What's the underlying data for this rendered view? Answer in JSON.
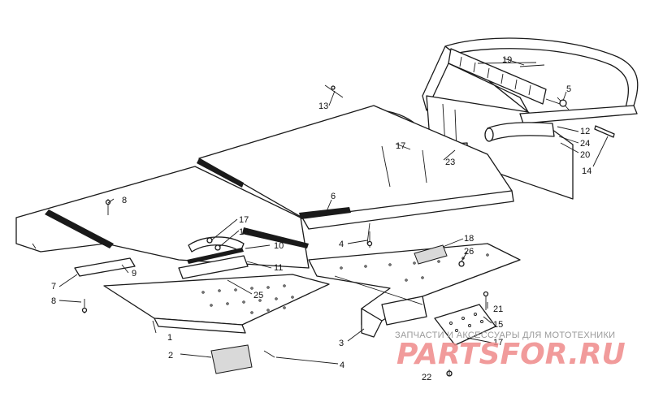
{
  "diagram": {
    "callouts": {
      "c1": "1",
      "c2": "2",
      "c3": "3",
      "c4a": "4",
      "c4b": "4",
      "c5": "5",
      "c6": "6",
      "c7": "7",
      "c8a": "8",
      "c8b": "8",
      "c9": "9",
      "c10": "10",
      "c11": "11",
      "c12": "12",
      "c13": "13",
      "c14": "14",
      "c15": "15",
      "c16": "16",
      "c17a": "17",
      "c17b": "17",
      "c17c": "17",
      "c18": "18",
      "c19": "19",
      "c20": "20",
      "c21": "21",
      "c22": "22",
      "c23": "23",
      "c24": "24",
      "c25": "25",
      "c26": "26"
    }
  },
  "watermark": {
    "subtitle": "ЗАПЧАСТИ И АКСЕССУАРЫ ДЛЯ МОТОТЕХНИКИ",
    "brand": "PARTSFOR.RU",
    "color": "#ef8a8a"
  }
}
